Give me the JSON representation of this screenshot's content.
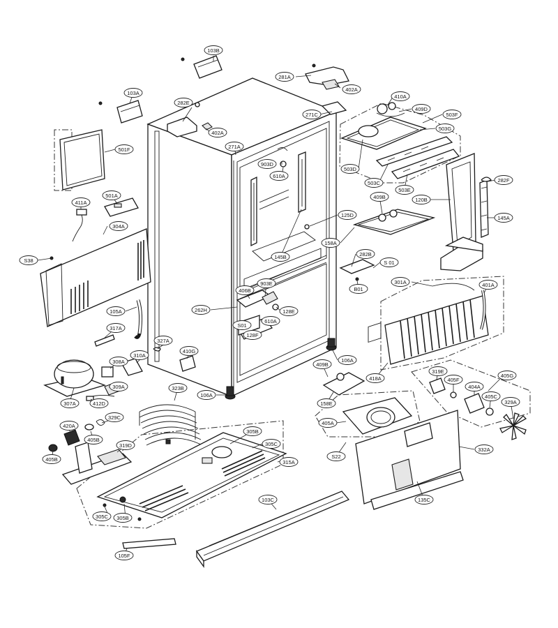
{
  "diagram": {
    "type": "exploded-parts-view",
    "callouts": [
      {
        "id": "103B",
        "label": "103B"
      },
      {
        "id": "281A",
        "label": "281A"
      },
      {
        "id": "402A-top",
        "label": "402A"
      },
      {
        "id": "103A",
        "label": "103A"
      },
      {
        "id": "282E",
        "label": "282E"
      },
      {
        "id": "402A",
        "label": "402A"
      },
      {
        "id": "410A",
        "label": "410A"
      },
      {
        "id": "409D",
        "label": "409D"
      },
      {
        "id": "503F",
        "label": "503F"
      },
      {
        "id": "503G",
        "label": "503G"
      },
      {
        "id": "271C",
        "label": "271C"
      },
      {
        "id": "501F",
        "label": "501F"
      },
      {
        "id": "271A",
        "label": "271A"
      },
      {
        "id": "903D",
        "label": "903D"
      },
      {
        "id": "610A-top",
        "label": "610A"
      },
      {
        "id": "503D",
        "label": "503D"
      },
      {
        "id": "503C",
        "label": "503C"
      },
      {
        "id": "503E",
        "label": "503E"
      },
      {
        "id": "282F",
        "label": "282F"
      },
      {
        "id": "411A",
        "label": "411A"
      },
      {
        "id": "501A",
        "label": "501A"
      },
      {
        "id": "409B-top",
        "label": "409B"
      },
      {
        "id": "120B",
        "label": "120B"
      },
      {
        "id": "304A",
        "label": "304A"
      },
      {
        "id": "125D",
        "label": "125D"
      },
      {
        "id": "145A",
        "label": "145A"
      },
      {
        "id": "145B",
        "label": "145B"
      },
      {
        "id": "158A",
        "label": "158A"
      },
      {
        "id": "S38",
        "label": "S38"
      },
      {
        "id": "282B",
        "label": "282B"
      },
      {
        "id": "S01-right",
        "label": "S 01"
      },
      {
        "id": "B01",
        "label": "B01"
      },
      {
        "id": "903E",
        "label": "903E"
      },
      {
        "id": "406B",
        "label": "406B"
      },
      {
        "id": "301A",
        "label": "301A"
      },
      {
        "id": "401A",
        "label": "401A"
      },
      {
        "id": "105A",
        "label": "105A"
      },
      {
        "id": "262H",
        "label": "262H"
      },
      {
        "id": "128E",
        "label": "128E"
      },
      {
        "id": "S01-mid",
        "label": "S01"
      },
      {
        "id": "610A-mid",
        "label": "610A"
      },
      {
        "id": "317A",
        "label": "317A"
      },
      {
        "id": "128F",
        "label": "128F"
      },
      {
        "id": "327A",
        "label": "327A"
      },
      {
        "id": "410G",
        "label": "410G"
      },
      {
        "id": "106A-right",
        "label": "106A"
      },
      {
        "id": "310A",
        "label": "310A"
      },
      {
        "id": "308A",
        "label": "308A"
      },
      {
        "id": "409B-low",
        "label": "409B"
      },
      {
        "id": "319E",
        "label": "319E"
      },
      {
        "id": "405G",
        "label": "405G"
      },
      {
        "id": "418A",
        "label": "418A"
      },
      {
        "id": "405F",
        "label": "405F"
      },
      {
        "id": "404A",
        "label": "404A"
      },
      {
        "id": "309A",
        "label": "309A"
      },
      {
        "id": "323B",
        "label": "323B"
      },
      {
        "id": "405C",
        "label": "405C"
      },
      {
        "id": "329A",
        "label": "329A"
      },
      {
        "id": "307A",
        "label": "307A"
      },
      {
        "id": "412D",
        "label": "412D"
      },
      {
        "id": "106A-left",
        "label": "106A"
      },
      {
        "id": "158E",
        "label": "158E"
      },
      {
        "id": "329C",
        "label": "329C"
      },
      {
        "id": "405A",
        "label": "405A"
      },
      {
        "id": "420A",
        "label": "420A"
      },
      {
        "id": "405B-a",
        "label": "405B"
      },
      {
        "id": "305B-top",
        "label": "305B"
      },
      {
        "id": "319D",
        "label": "319D"
      },
      {
        "id": "305C-top",
        "label": "305C"
      },
      {
        "id": "332A",
        "label": "332A"
      },
      {
        "id": "405B-b",
        "label": "405B"
      },
      {
        "id": "S22",
        "label": "S22"
      },
      {
        "id": "315A",
        "label": "315A"
      },
      {
        "id": "135C",
        "label": "135C"
      },
      {
        "id": "103C",
        "label": "103C"
      },
      {
        "id": "305C-low",
        "label": "305C"
      },
      {
        "id": "305B-low",
        "label": "305B"
      },
      {
        "id": "105F",
        "label": "105F"
      }
    ]
  }
}
